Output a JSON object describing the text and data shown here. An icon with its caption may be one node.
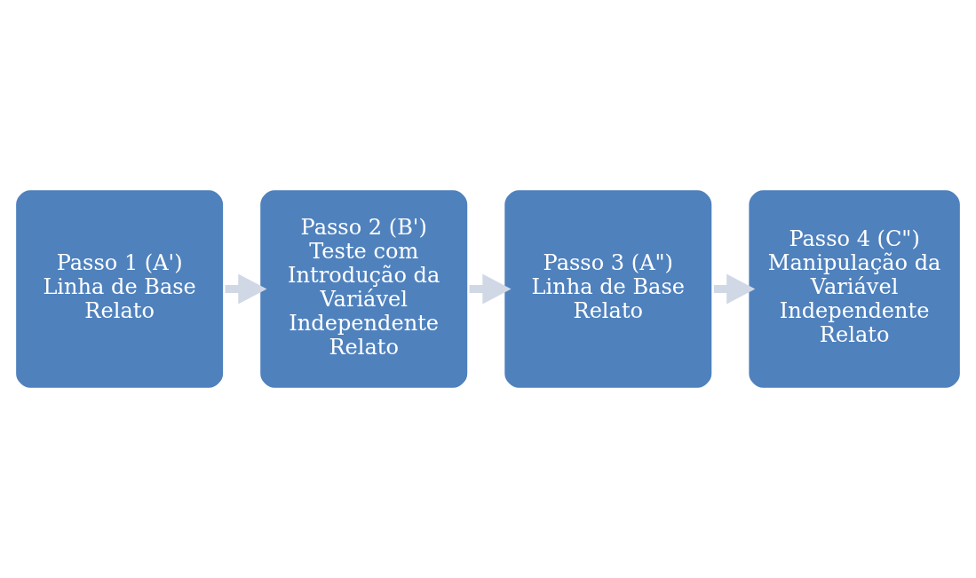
{
  "diagram": {
    "nodes": [
      {
        "text": [
          "Passo 1 (A')",
          "Linha de Base",
          "Relato"
        ]
      },
      {
        "text": [
          "Passo 2 (B')",
          "Teste com Introdução da Variável Independente",
          "Relato"
        ]
      },
      {
        "text": [
          "Passo 3 (A\")",
          "Linha de Base",
          "Relato"
        ]
      },
      {
        "text": [
          "Passo 4 (C\")",
          "Manipulação da Variável Independente",
          "Relato"
        ]
      }
    ],
    "edges": [
      {
        "from": 0,
        "to": 1,
        "arrow": "to",
        "color": "#d0d8e6"
      },
      {
        "from": 1,
        "to": 2,
        "arrow": "to",
        "color": "#d0d8e6"
      },
      {
        "from": 2,
        "to": 3,
        "arrow": "to",
        "color": "#d0d8e6"
      }
    ]
  }
}
